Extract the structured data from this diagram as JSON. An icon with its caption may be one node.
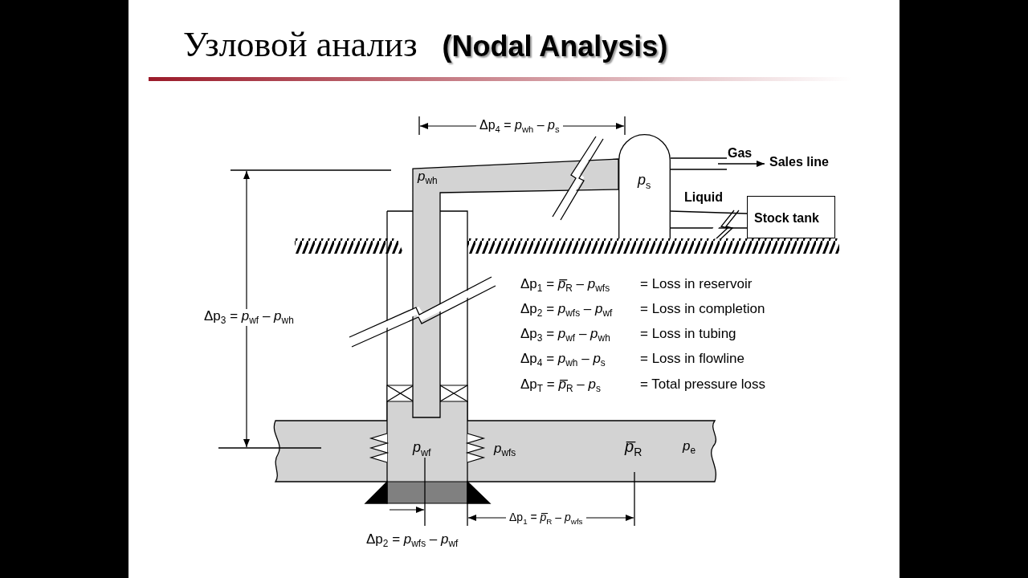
{
  "diagram": {
    "title": "Узловой анализ **(Nodal Analysis)**",
    "nodes": [
      {
        "text": [
          "*p*$_{s}$"
        ]
      },
      {
        "text": [
          "Stock tank"
        ]
      },
      {
        "text": [
          "Sales line"
        ]
      }
    ],
    "edges": [
      {
        "from": null,
        "to": 2,
        "arrow": "to"
      }
    ],
    "labels": [
      "Δp$_{4}$ = *p*$_{wh}$ – *p*$_{s}$",
      "Gas",
      "*p*$_{wh}$",
      "Liquid",
      "Δp$_{1}$ = *p̅*$_{R}$ – *p*$_{wfs}$",
      "= Loss in reservoir",
      "Δp$_{2}$ = *p*$_{wfs}$ – *p*$_{wf}$",
      "= Loss in completion",
      "Δp$_{3}$ = *p*$_{wf}$ – *p*$_{wh}$",
      "= Loss in tubing",
      "Δp$_{4}$ = *p*$_{wh}$ – *p*$_{s}$",
      "= Loss in flowline",
      "Δp$_{T}$ = *p̅*$_{R}$ – *p*$_{s}$",
      "= Total pressure loss",
      "Δp$_{3}$ = *p*$_{wf}$ – *p*$_{wh}$",
      "*p*$_{wf}$",
      "*p*$_{wfs}$",
      "*p̅*$_{R}$",
      "*p*$_{e}$",
      "Δp$_{1}$ = *p̅*$_{R}$ – *p*$_{wfs}$",
      "Δp$_{2}$ = *p*$_{wfs}$ – *p*$_{wf}$"
    ]
  }
}
